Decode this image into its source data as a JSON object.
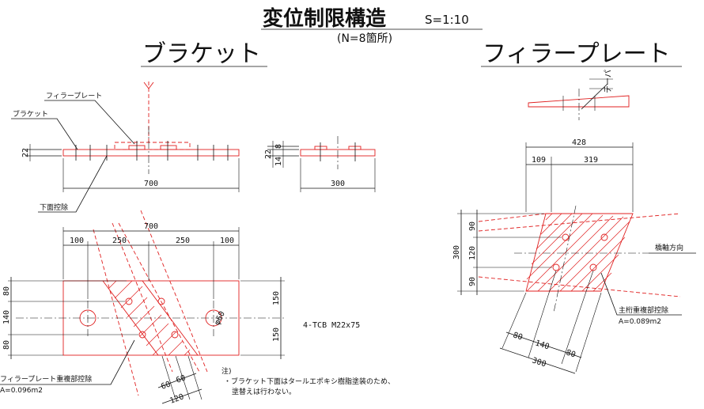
{
  "header": {
    "title": "変位制限構造",
    "scale": "S=1:10",
    "count": "(N=8箇所)"
  },
  "bracket": {
    "heading": "ブラケット",
    "labels": {
      "filler_plate": "フィラープレート",
      "bracket": "ブラケット",
      "underside": "下面控除",
      "overlap_filler": "フィラープレート重複部控除",
      "overlap_area": "A=0.096m2",
      "bolts": "4-TCB M22x75"
    },
    "side_view": {
      "dim_22": "22",
      "dim_total": "700"
    },
    "end_view": {
      "dim_22": "22",
      "dim_14": "14",
      "dim_8": "8",
      "dim_width": "300"
    },
    "plan": {
      "dim_total": "700",
      "dim_100a": "100",
      "dim_250a": "250",
      "dim_250b": "250",
      "dim_100b": "100",
      "dim_80a": "80",
      "dim_140": "140",
      "dim_80b": "80",
      "dim_150a": "150",
      "dim_150b": "150",
      "dim_60a": "60",
      "dim_60b": "60",
      "dim_120": "120",
      "hole_label": "φ60"
    },
    "note": {
      "head": "注)",
      "line1": "・ブラケット下面はタールエポキシ樹脂塗装のため、",
      "line2": "塗替えは行わない。"
    }
  },
  "filler": {
    "heading": "フィラープレート",
    "top_dims": {
      "dim_428": "428",
      "dim_109": "109",
      "dim_319": "319"
    },
    "side_dims": {
      "dim_300": "300",
      "dim_90a": "90",
      "dim_120": "120",
      "dim_90b": "90"
    },
    "bottom_dims": {
      "dim_80a": "80",
      "dim_140": "140",
      "dim_80b": "80",
      "dim_300": "300"
    },
    "bridge_axis": "橋軸方向",
    "girder_label": "主桁重複部控除",
    "girder_area": "A=0.089m2",
    "slope_label": "テーパ"
  }
}
